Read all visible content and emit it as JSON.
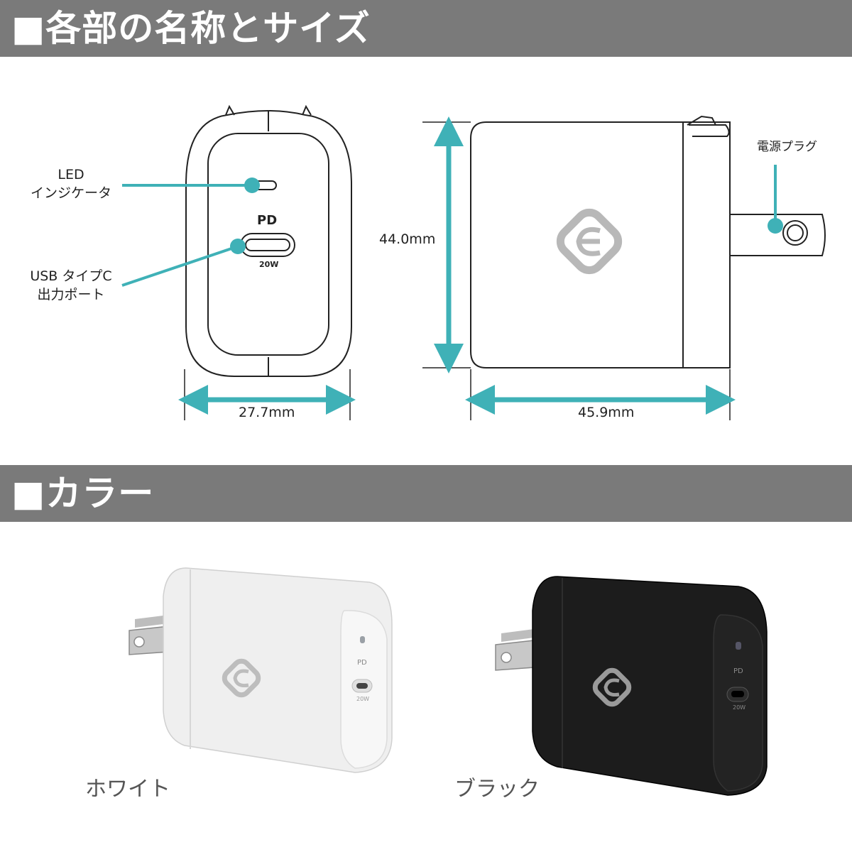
{
  "sections": {
    "parts_title": "■各部の名称とサイズ",
    "color_title": "■カラー"
  },
  "callouts": {
    "led_line1": "LED",
    "led_line2": "インジケータ",
    "usb_line1": "USB タイプC",
    "usb_line2": "出力ポート",
    "plug": "電源プラグ"
  },
  "front_view": {
    "pd_text": "PD",
    "watt_text": "20W"
  },
  "dimensions": {
    "width": "27.7mm",
    "height": "44.0mm",
    "depth": "45.9mm"
  },
  "colors": {
    "white_name": "ホワイト",
    "black_name": "ブラック",
    "accent": "#3fb1b7",
    "white_body": "#f2f2f2",
    "black_body": "#1b1b1b"
  },
  "products": {
    "pd_text": "PD",
    "watt_text": "20W"
  }
}
